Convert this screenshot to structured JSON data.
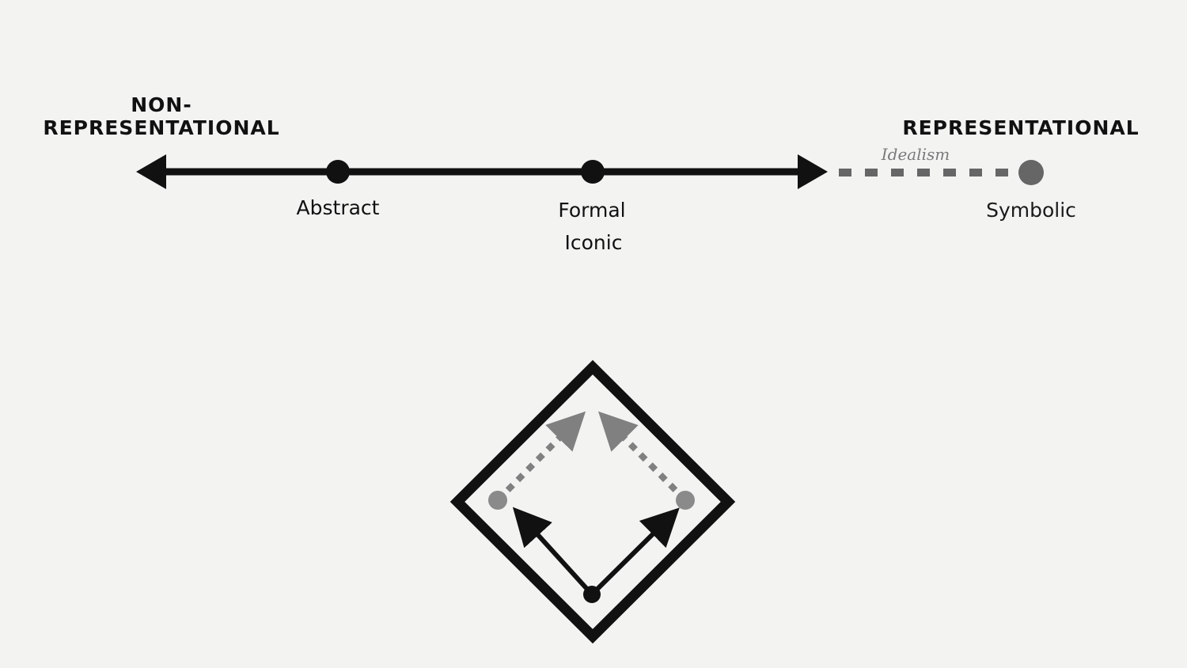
{
  "spectrum": {
    "left_heading_line1": "NON-",
    "left_heading_line2": "REPRESENTATIONAL",
    "right_heading": "REPRESENTATIONAL",
    "points": {
      "abstract": "Abstract",
      "formal_line1": "Formal",
      "formal_line2": "Iconic",
      "symbolic": "Symbolic"
    },
    "extension_label": "Idealism"
  },
  "colors": {
    "background": "#f3f3f2",
    "ink": "#111111",
    "gray": "#7a7a7a",
    "symbolic_dot": "#666666"
  }
}
